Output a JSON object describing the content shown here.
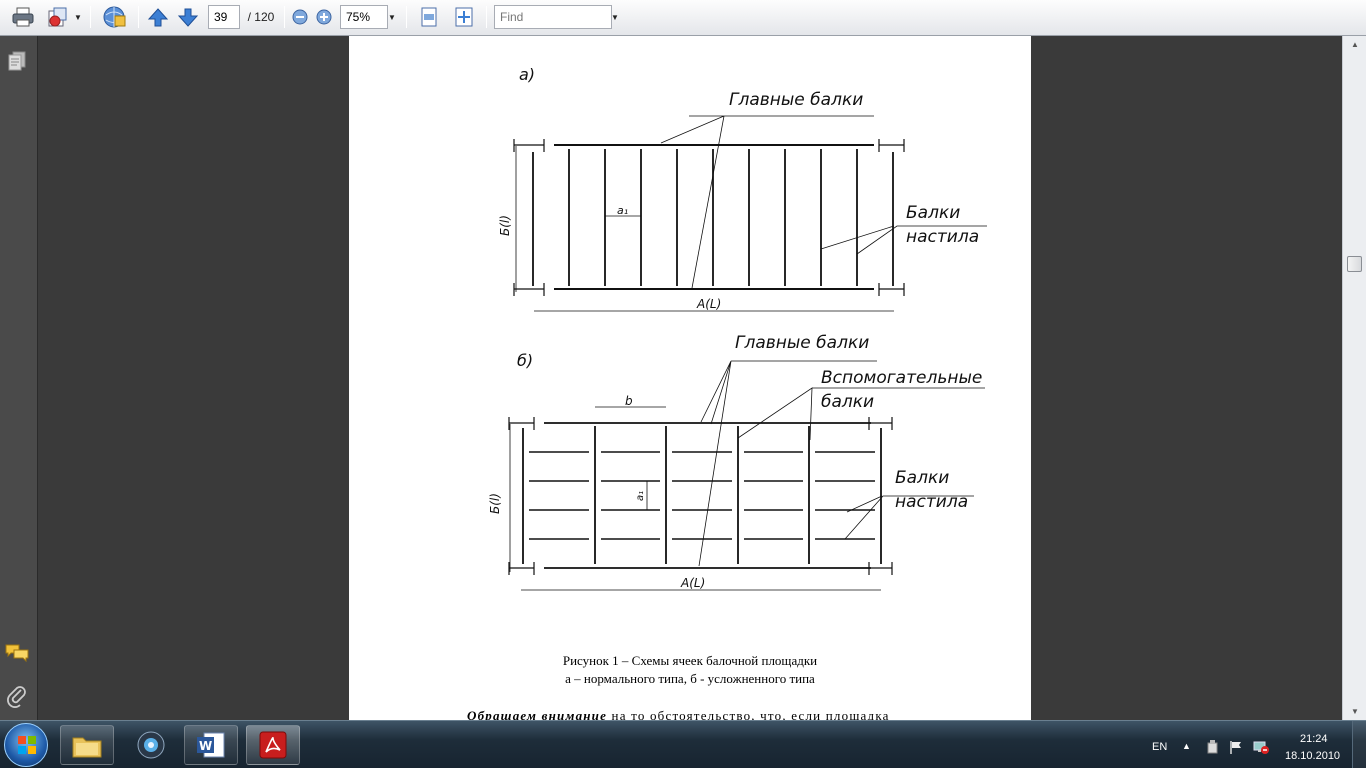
{
  "toolbar": {
    "page_current": "39",
    "page_total": "/ 120",
    "zoom": "75%",
    "find_placeholder": "Find"
  },
  "icons": {
    "print": "printer-icon",
    "save": "save-icon",
    "collaborate": "globe-collaborate-icon",
    "prev_page": "arrow-up-icon",
    "next_page": "arrow-down-icon",
    "zoom_out": "zoom-out-icon",
    "zoom_in": "zoom-in-icon",
    "fit_width": "fit-width-icon",
    "fit_page": "fit-page-icon",
    "pages_panel": "pages-icon",
    "comments_panel": "comments-icon",
    "attachments_panel": "paperclip-icon"
  },
  "figure": {
    "label_a": "а)",
    "label_b": "б)",
    "main_beams": "Главные балки",
    "deck_beams_line1": "Балки",
    "deck_beams_line2": "настила",
    "aux_beams_line1": "Вспомогательные",
    "aux_beams_line2": "балки",
    "dim_length": "A(L)",
    "dim_width": "Б(l)",
    "dim_a1": "a₁",
    "dim_b": "b"
  },
  "caption": {
    "line1": "Рисунок 1 – Схемы ячеек балочной площадки",
    "line2": "а – нормального типа, б - усложненного типа"
  },
  "body_text": {
    "emphasis": "Обращаем внимание",
    "rest": " на то обстоятельство, что, если площадка"
  },
  "taskbar": {
    "language": "EN",
    "time": "21:24",
    "date": "18.10.2010"
  }
}
